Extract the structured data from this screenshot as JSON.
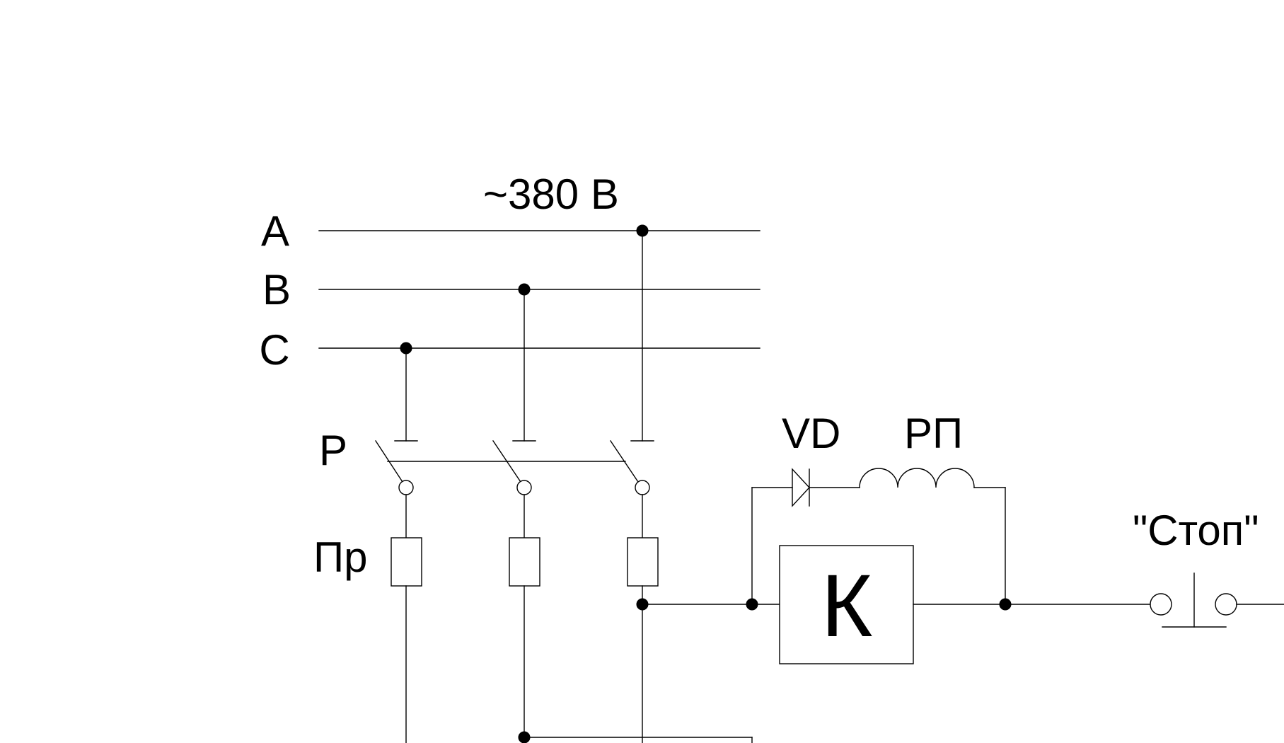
{
  "diagram": {
    "supply_voltage_label": "~380 В",
    "phase_labels": [
      "А",
      "В",
      "С"
    ],
    "switch_label": "Р",
    "fuse_label": "Пр",
    "diode_label": "VD",
    "relay_coil_label": "РП",
    "contactor_label": "К",
    "stop_button_label": "\"Стоп\""
  }
}
